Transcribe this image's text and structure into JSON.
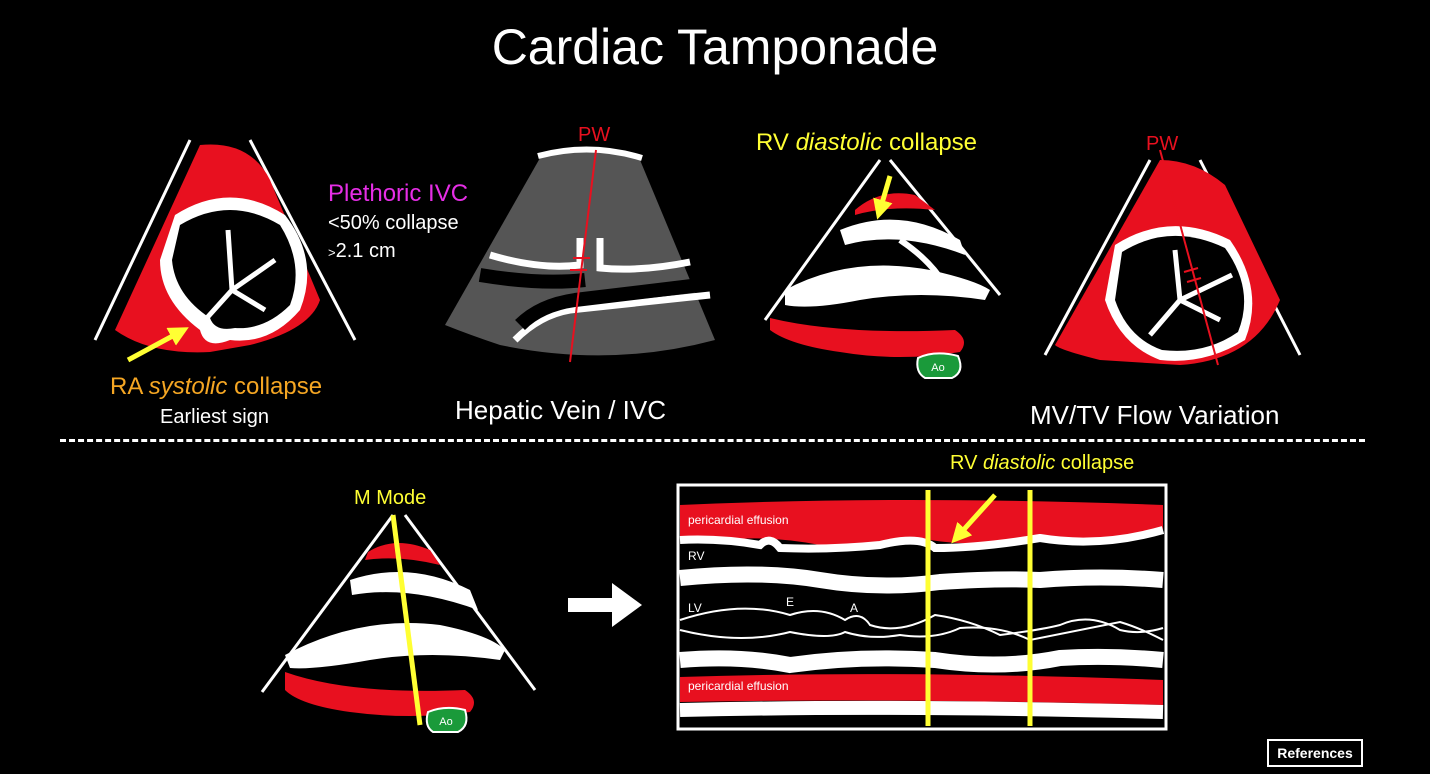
{
  "title": "Cardiac Tamponade",
  "panels": {
    "ra": {
      "caption_pre": "RA ",
      "caption_em": "systolic",
      "caption_post": " collapse",
      "sub": "Earliest sign"
    },
    "ivc": {
      "heading": "Plethoric IVC",
      "line1": "<50% collapse",
      "line2_small": ">",
      "line2": "2.1 cm",
      "pw": "PW",
      "caption": "Hepatic Vein / IVC"
    },
    "rv": {
      "caption_pre": "RV ",
      "caption_em": "diastolic",
      "caption_post": " collapse",
      "ao": "Ao"
    },
    "mv": {
      "pw": "PW",
      "caption": "MV/TV Flow Variation"
    }
  },
  "mmode": {
    "label": "M Mode",
    "ao": "Ao",
    "annotation_pre": "RV ",
    "annotation_em": "diastolic",
    "annotation_post": " collapse",
    "labels": {
      "effusion_top": "pericardial effusion",
      "rv": "RV",
      "lv": "LV",
      "e": "E",
      "a": "A",
      "effusion_bottom": "pericardial effusion"
    }
  },
  "references_button": "References",
  "colors": {
    "effusion": "#e8101f",
    "arrow": "#ffff33",
    "pw": "#e8101f",
    "ao": "#1a9a3a",
    "ivc_bg": "#555555"
  }
}
